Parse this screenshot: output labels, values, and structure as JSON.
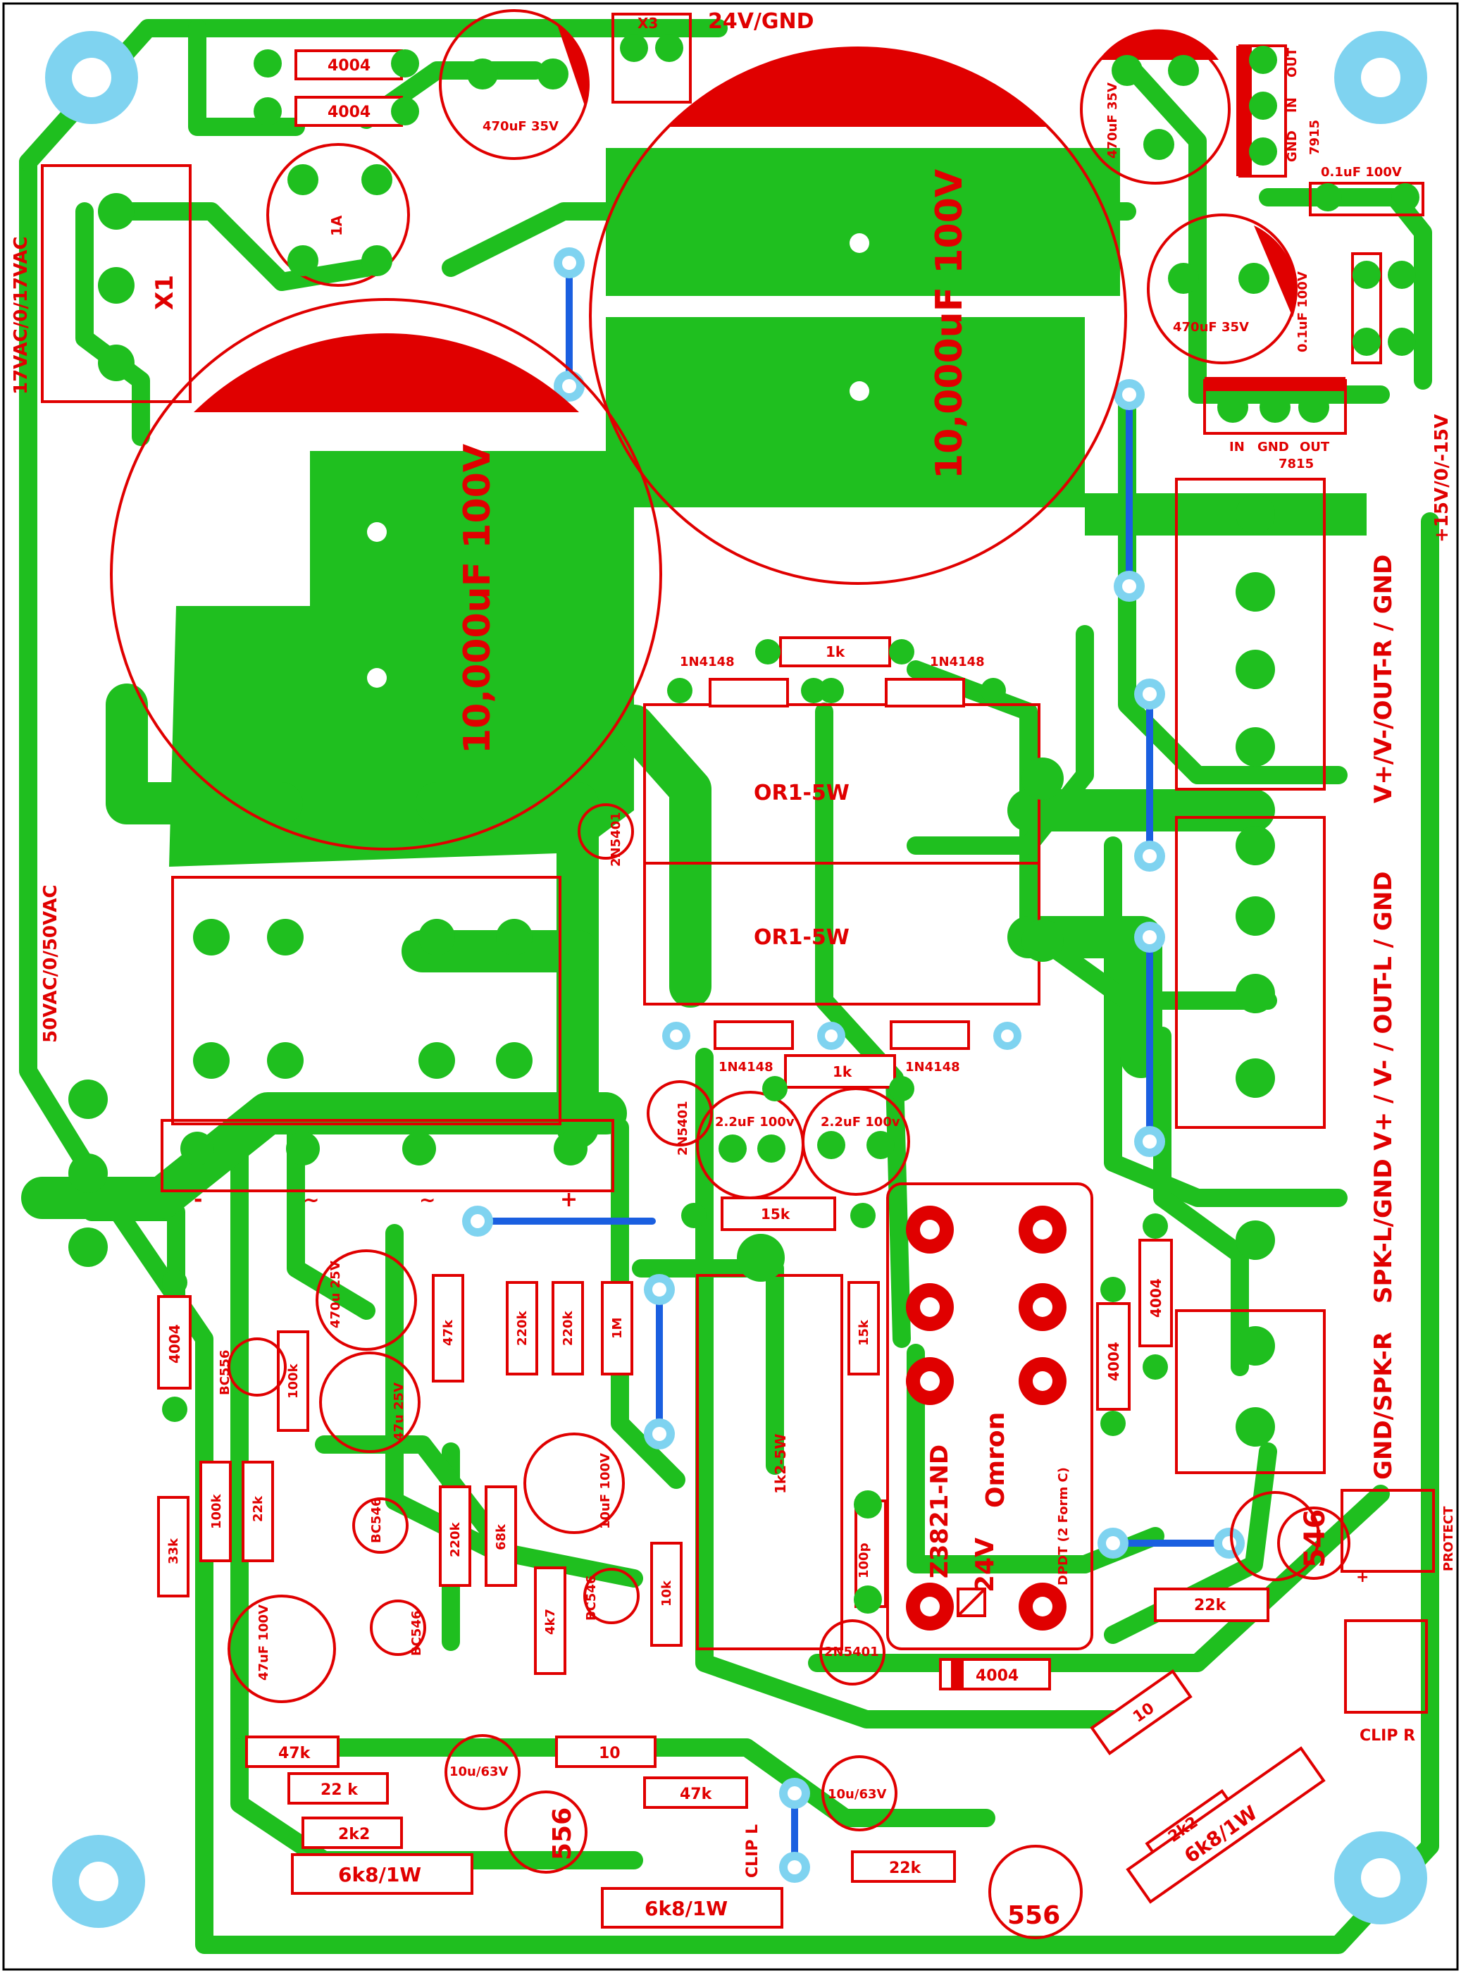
{
  "colors": {
    "copper": "#1fbf1f",
    "silkscreen": "#e00000",
    "jumper": "#1a5fe0",
    "via": "#7fd3f0",
    "background": "#ffffff"
  },
  "edge_labels": {
    "left_top": "17VAC/0/17VAC",
    "left_mid": "50VAC/0/50VAC",
    "right_top": "+15V/0/-15V",
    "right_out": "V+/V-/OUT-R / GND",
    "right_out2": "SPK-L/GND  V+ / V- / OUT-L / GND",
    "right_bottom": "GND/SPK-R",
    "top_center": "24V/GND"
  },
  "connectors": {
    "x1": "X1",
    "x3": "X3",
    "protect": "PROTECT",
    "clip_r": "CLIP R",
    "clip_l": "CLIP L",
    "plus": "+"
  },
  "regulators": {
    "reg1_pins": [
      "GND",
      "IN",
      "OUT"
    ],
    "reg1_part": "7915",
    "reg2_pins": [
      "IN",
      "GND",
      "OUT"
    ],
    "reg2_part": "7815"
  },
  "big_caps": {
    "c1": "10,000uF 100V",
    "c2": "10,000uF 100V"
  },
  "small_caps": {
    "c470_top": "470uF 35V",
    "c470_r1": "470uF 35V",
    "c470_r2": "470uF 35V",
    "c01_1": "0.1uF 100V",
    "c01_2": "0.1uF 100V",
    "c22_1": "2.2uF 100v",
    "c22_2": "2.2uF 100v",
    "c470_25": "470u 25V",
    "c47_25": "47u 25V",
    "c10u_100": "10uF 100V",
    "c47u_100": "47uF 100V",
    "c10u63_1": "10u/63V",
    "c10u63_2": "10u/63V",
    "c100p": "100p"
  },
  "diodes": {
    "d4004_1": "4004",
    "d4004_2": "4004",
    "d4004_3": "4004",
    "d4004_4": "4004",
    "d4004_5": "4004",
    "d4004_6": "4004",
    "d1n4148_1": "1N4148",
    "d1n4148_2": "1N4148",
    "d1n4148_3": "1N4148",
    "d1n4148_4": "1N4148"
  },
  "resistors": {
    "r1k_top": "1k",
    "r1k_bot": "1k",
    "or1": "OR1-5W",
    "or2": "OR1-5W",
    "r15k_h": "15k",
    "r15k_v": "15k",
    "r47k_v": "47k",
    "r220k_1": "220k",
    "r220k_2": "220k",
    "r220k_3": "220k",
    "r1m": "1M",
    "r1k2": "1k2-5W",
    "r100k_1": "100k",
    "r100k_2": "100k",
    "r22k_v": "22k",
    "r33k": "33k",
    "r68k": "68k",
    "r4k7": "4k7",
    "r10k": "10k",
    "r22k_h": "22k",
    "r47k_b1": "47k",
    "r22k_b": "22 k",
    "r2k2_1": "2k2",
    "r10_1": "10",
    "r47k_b2": "47k",
    "r22k_b2": "22k",
    "r10_2": "10",
    "r2k2_2": "2k2",
    "r6k8_1": "6k8/1W",
    "r6k8_2": "6k8/1W",
    "r6k8_3": "6k8/1W"
  },
  "transistors": {
    "t2n5401_1": "2N5401",
    "t2n5401_2": "2N5401",
    "t2n5401_3": "2N5401",
    "bc556": "BC556",
    "bc546_1": "BC546",
    "bc546_2": "BC546",
    "bc546_3": "BC546",
    "ic546": "546",
    "ic556_1": "556",
    "ic556_2": "556"
  },
  "relay": {
    "part": "Z3821-ND",
    "brand": "Omron",
    "voltage": "24V",
    "desc": "DPDT (2 Form C)"
  },
  "misc": {
    "fuse": "1A",
    "ac1": "~",
    "ac2": "~",
    "minus": "-",
    "plus": "+"
  }
}
